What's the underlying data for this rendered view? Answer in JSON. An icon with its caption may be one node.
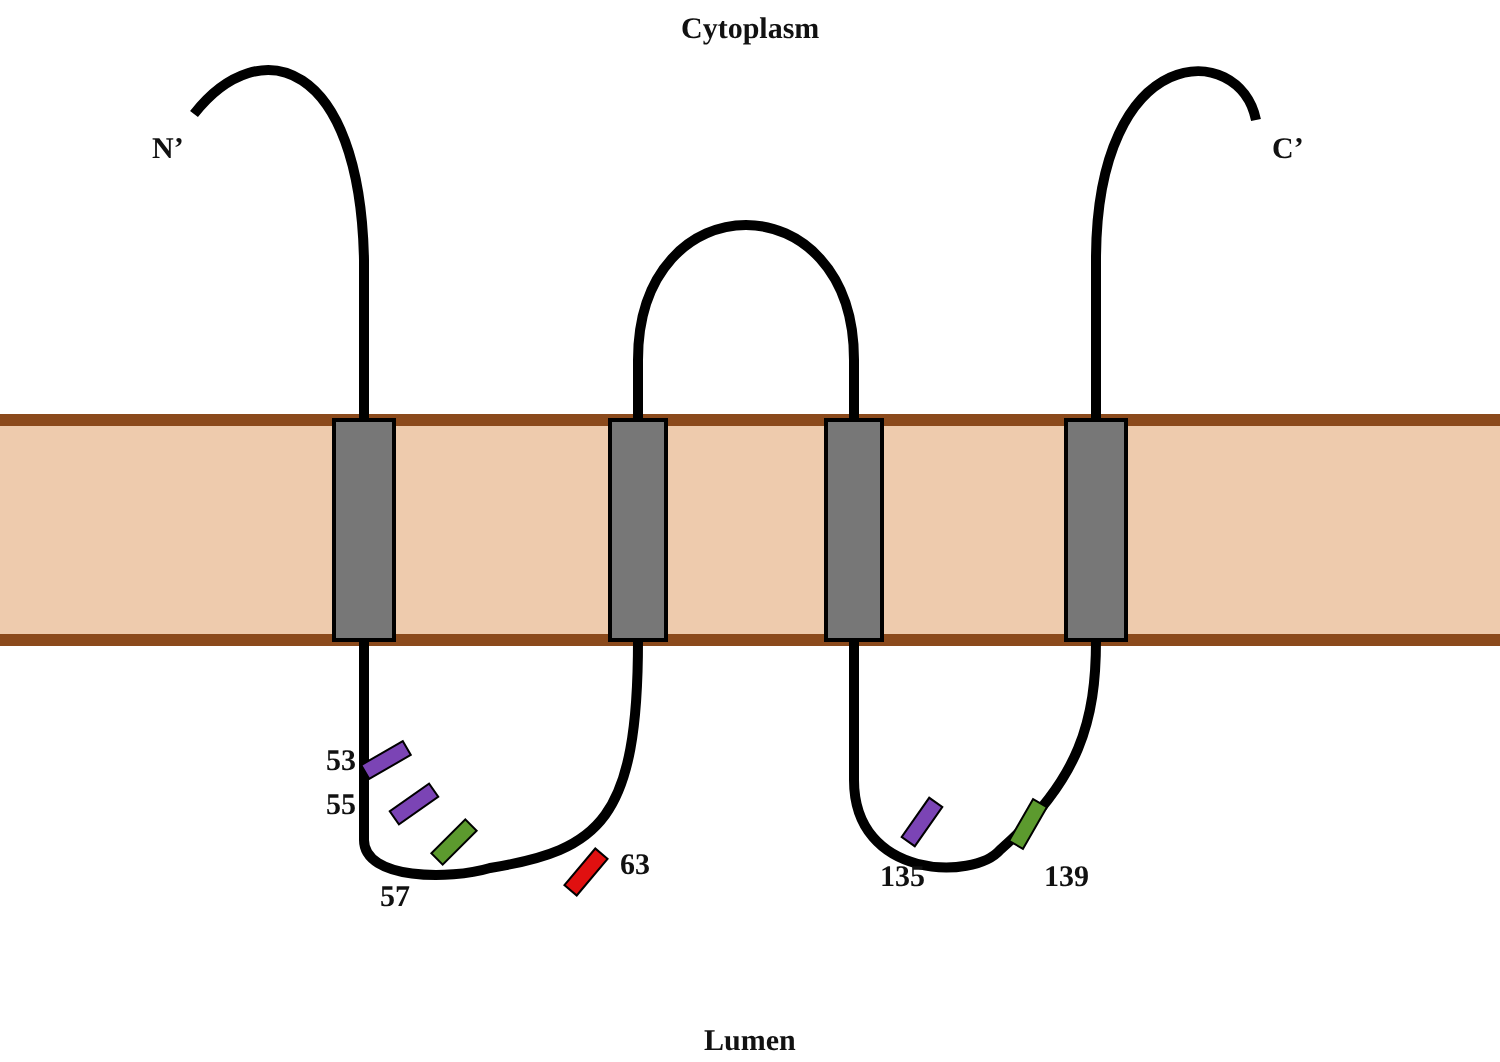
{
  "diagram": {
    "labels": [
      "Cytoplasm",
      "N’",
      "C’",
      "53",
      "55",
      "57",
      "63",
      "135",
      "139",
      "Lumen"
    ]
  }
}
